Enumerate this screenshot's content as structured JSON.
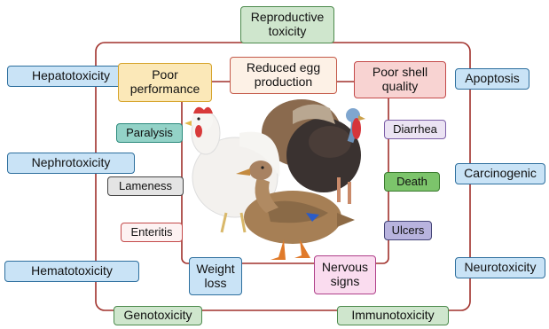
{
  "colors": {
    "frame": "#a0302b",
    "blue": "#c9e3f6",
    "blue_border": "#2d6f9e",
    "green": "#cfe6cd",
    "green_border": "#4c8a4c",
    "yellow": "#fbe8b8",
    "yellow_border": "#d6a42b",
    "peach": "#fdf1e6",
    "peach_border": "#c45a4a",
    "pink": "#f8d3d2",
    "pink_border": "#c44a4a",
    "teal": "#93d2c7",
    "teal_border": "#2a8a7c",
    "lavender": "#ebe3f3",
    "lavender_border": "#7c5fa8",
    "grey": "#e4e4e4",
    "grey_border": "#444444",
    "dgreen": "#7cc46b",
    "dgreen_border": "#3a7a2e",
    "purple": "#b8b3de",
    "purple_border": "#444477",
    "magenta": "#fadcef",
    "magenta_border": "#b0408a",
    "pinkwhite": "#fdf2f2"
  },
  "outer": {
    "reproductive": "Reproductive toxicity",
    "hepato": "Hepatotoxicity",
    "nephro": "Nephrotoxicity",
    "hemato": "Hematotoxicity",
    "apoptosis": "Apoptosis",
    "carcinogenic": "Carcinogenic",
    "neuro": "Neurotoxicity",
    "geno": "Genotoxicity",
    "immuno": "Immunotoxicity"
  },
  "inner": {
    "poor_performance": "Poor performance",
    "reduced_egg": "Reduced egg production",
    "poor_shell": "Poor shell quality",
    "paralysis": "Paralysis",
    "lameness": "Lameness",
    "enteritis": "Enteritis",
    "weight_loss": "Weight loss",
    "nervous_signs": "Nervous signs",
    "diarrhea": "Diarrhea",
    "death": "Death",
    "ulcers": "Ulcers"
  }
}
